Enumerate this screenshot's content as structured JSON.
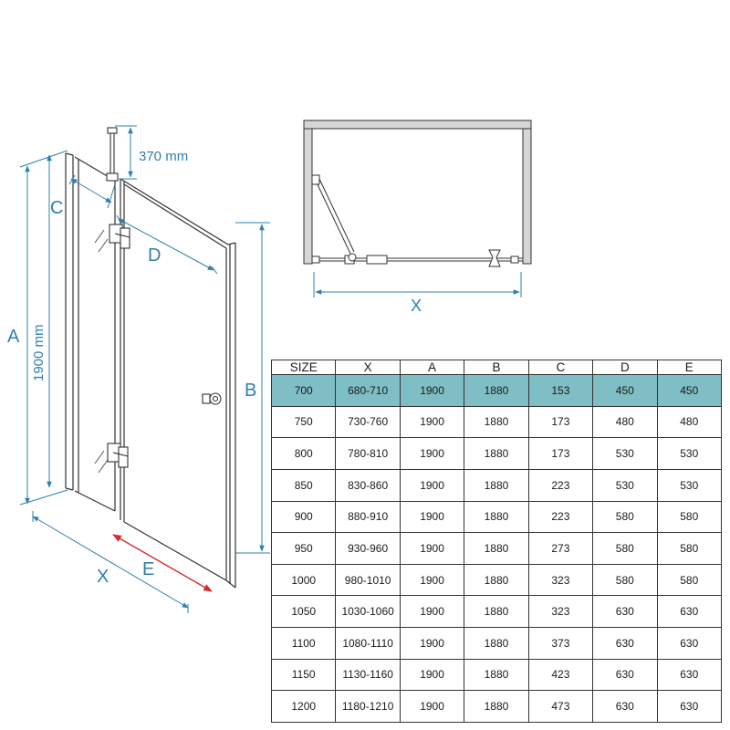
{
  "labels": {
    "A": "A",
    "B": "B",
    "C": "C",
    "D": "D",
    "E": "E",
    "X": "X",
    "plan_X": "X",
    "height_1900": "1900 mm",
    "arm_370": "370 mm"
  },
  "colors": {
    "dimension": "#2f7fae",
    "highlight_row": "#7fbec4",
    "arrow_E": "#d9282f",
    "frame": "#333333"
  },
  "table": {
    "headers": [
      "SIZE",
      "X",
      "A",
      "B",
      "C",
      "D",
      "E"
    ],
    "highlight_row_index": 0,
    "rows": [
      [
        "700",
        "680-710",
        "1900",
        "1880",
        "153",
        "450",
        "450"
      ],
      [
        "750",
        "730-760",
        "1900",
        "1880",
        "173",
        "480",
        "480"
      ],
      [
        "800",
        "780-810",
        "1900",
        "1880",
        "173",
        "530",
        "530"
      ],
      [
        "850",
        "830-860",
        "1900",
        "1880",
        "223",
        "530",
        "530"
      ],
      [
        "900",
        "880-910",
        "1900",
        "1880",
        "223",
        "580",
        "580"
      ],
      [
        "950",
        "930-960",
        "1900",
        "1880",
        "273",
        "580",
        "580"
      ],
      [
        "1000",
        "980-1010",
        "1900",
        "1880",
        "323",
        "580",
        "580"
      ],
      [
        "1050",
        "1030-1060",
        "1900",
        "1880",
        "323",
        "630",
        "630"
      ],
      [
        "1100",
        "1080-1110",
        "1900",
        "1880",
        "373",
        "630",
        "630"
      ],
      [
        "1150",
        "1130-1160",
        "1900",
        "1880",
        "423",
        "630",
        "630"
      ],
      [
        "1200",
        "1180-1210",
        "1900",
        "1880",
        "473",
        "630",
        "630"
      ]
    ]
  }
}
